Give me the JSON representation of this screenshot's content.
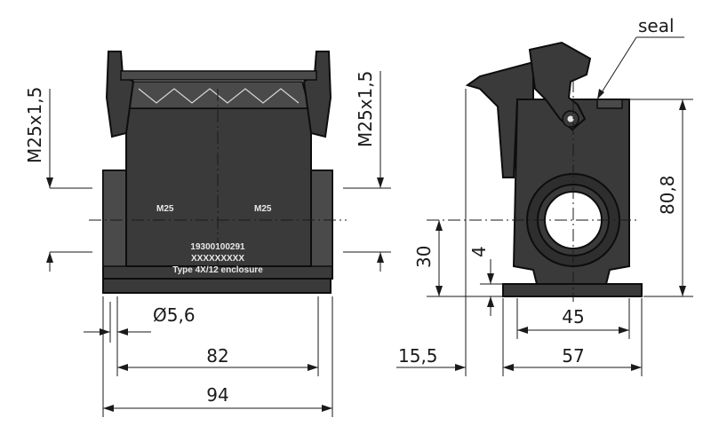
{
  "labels": {
    "seal": "seal",
    "thread_left": "M25x1,5",
    "thread_mid": "M25x1,5",
    "m25_left": "M25",
    "m25_right": "M25",
    "part_number": "19300100291",
    "serial": "XXXXXXXXX",
    "type_text": "Type 4X/12 enclosure"
  },
  "dimensions": {
    "hole_dia": "Ø5,6",
    "width_82": "82",
    "width_94": "94",
    "offset_15_5": "15,5",
    "width_57": "57",
    "width_45": "45",
    "height_30": "30",
    "height_4": "4",
    "height_80_8": "80,8"
  },
  "colors": {
    "part_fill": "#3a3a3a",
    "outline": "#0d0d0d",
    "dimension": "#1a1a1a"
  }
}
